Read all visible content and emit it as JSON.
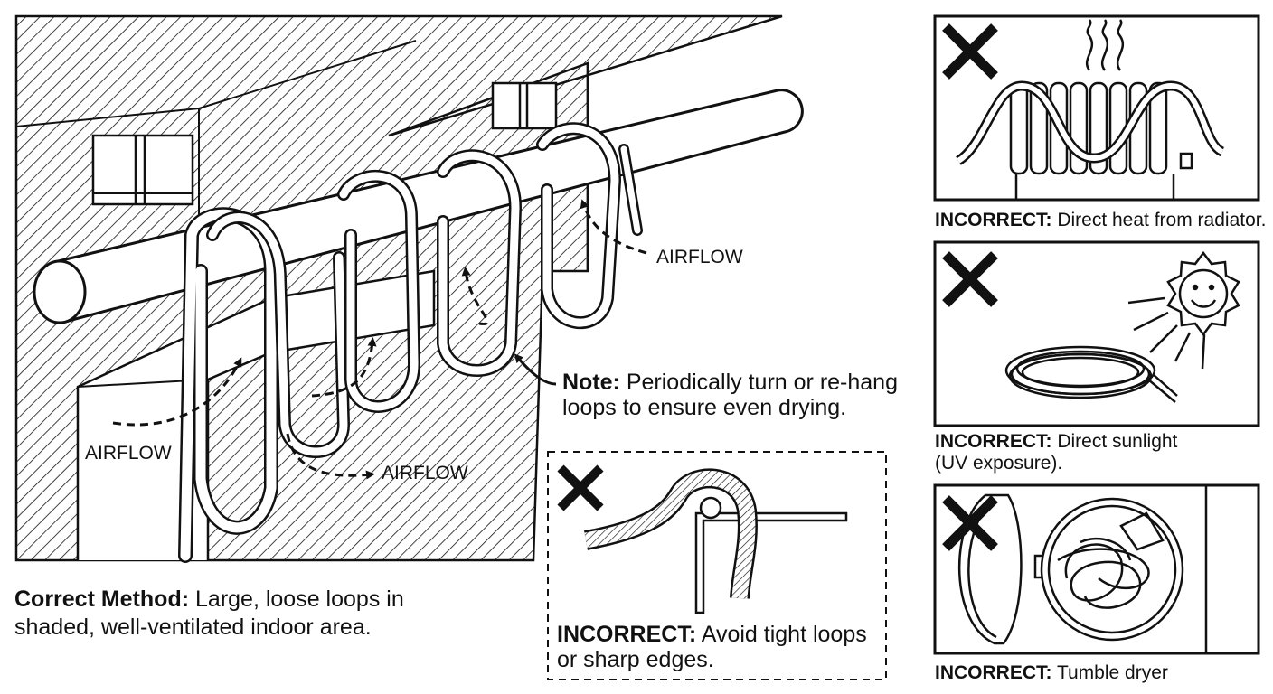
{
  "main": {
    "caption_bold": "Correct Method:",
    "caption_text": " Large, loose loops in shaded, well-ventilated indoor area.",
    "airflow_labels": [
      "AIRFLOW",
      "AIRFLOW",
      "AIRFLOW"
    ],
    "note_bold": "Note:",
    "note_text": " Periodically turn or re-hang loops to ensure even drying."
  },
  "panels": {
    "tight_loops": {
      "bold": "INCORRECT:",
      "text": " Avoid tight loops or sharp edges."
    },
    "radiator": {
      "bold": "INCORRECT:",
      "text": " Direct heat from radiator."
    },
    "sunlight": {
      "bold": "INCORRECT:",
      "text_line1": " Direct sunlight",
      "text_line2": "(UV exposure)."
    },
    "dryer": {
      "bold": "INCORRECT:",
      "text": " Tumble dryer"
    }
  },
  "icons": [
    "x-mark-icon",
    "radiator-icon",
    "sun-icon",
    "hose-coil-icon",
    "tumble-dryer-icon",
    "airflow-arrow-icon"
  ]
}
